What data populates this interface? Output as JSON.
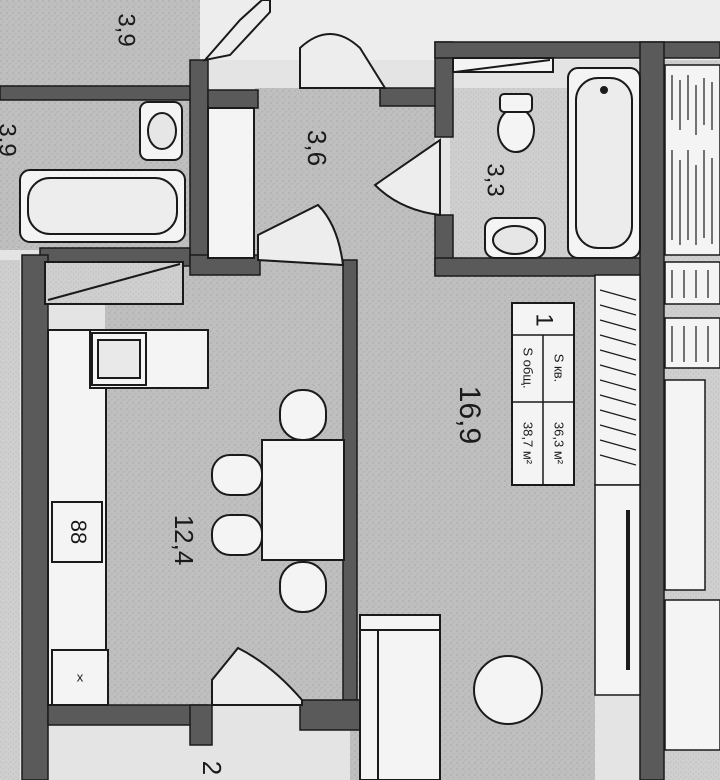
{
  "rooms": {
    "top_left": "3,9",
    "left_partial": "3,9",
    "hall": "3,6",
    "bathroom": "3,3",
    "living": "16,9",
    "kitchen": "12,4",
    "bottom_partial": "2"
  },
  "table": {
    "apt_number": "1",
    "row1_label": "S кв.",
    "row1_value": "36,3 м²",
    "row2_label": "S общ.",
    "row2_value": "38,7 м²"
  },
  "stove_mark": "88",
  "sink_mark": "x",
  "colors": {
    "wall": "#5a5a5a",
    "floor": "#bdbdbd",
    "outside": "#e6e6e6",
    "fixture": "#f4f4f4",
    "line": "#1a1a1a"
  }
}
